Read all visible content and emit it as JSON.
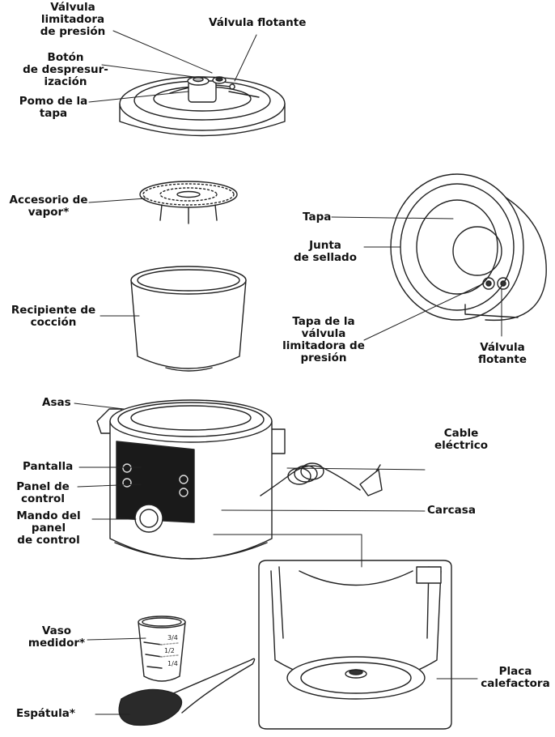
{
  "labels": {
    "valvula_limitadora": [
      "Válvula",
      "limitadora",
      "de presión"
    ],
    "valvula_flotante_top": [
      "Válvula flotante"
    ],
    "boton_despresurizacion": [
      "Botón",
      "de despresur-",
      "ización"
    ],
    "pomo_tapa": [
      "Pomo de la",
      "tapa"
    ],
    "accesorio_vapor": [
      "Accesorio de",
      "vapor*"
    ],
    "tapa": [
      "Tapa"
    ],
    "junta_sellado": [
      "Junta",
      "de sellado"
    ],
    "recipiente_coccion": [
      "Recipiente de",
      "cocción"
    ],
    "tapa_valvula_limitadora": [
      "Tapa de la",
      "válvula",
      "limitadora de",
      "presión"
    ],
    "valvula_flotante_side": [
      "Válvula",
      "flotante"
    ],
    "asas": [
      "Asas"
    ],
    "cable_electrico": [
      "Cable",
      "eléctrico"
    ],
    "pantalla": [
      "Pantalla"
    ],
    "panel_control": [
      "Panel de",
      "control"
    ],
    "mando_panel": [
      "Mando del",
      "panel",
      "de control"
    ],
    "carcasa": [
      "Carcasa"
    ],
    "vaso_medidor": [
      "Vaso",
      "medidor*"
    ],
    "placa_calefactora": [
      "Placa",
      "calefactora"
    ],
    "espatula": [
      "Espátula*"
    ]
  },
  "cup_marks": [
    "3/4",
    "1/2",
    "1/4"
  ],
  "colors": {
    "line": "#222222",
    "fill": "#ffffff",
    "panel": "#1a1a1a",
    "shade": "#d9d9d9"
  }
}
